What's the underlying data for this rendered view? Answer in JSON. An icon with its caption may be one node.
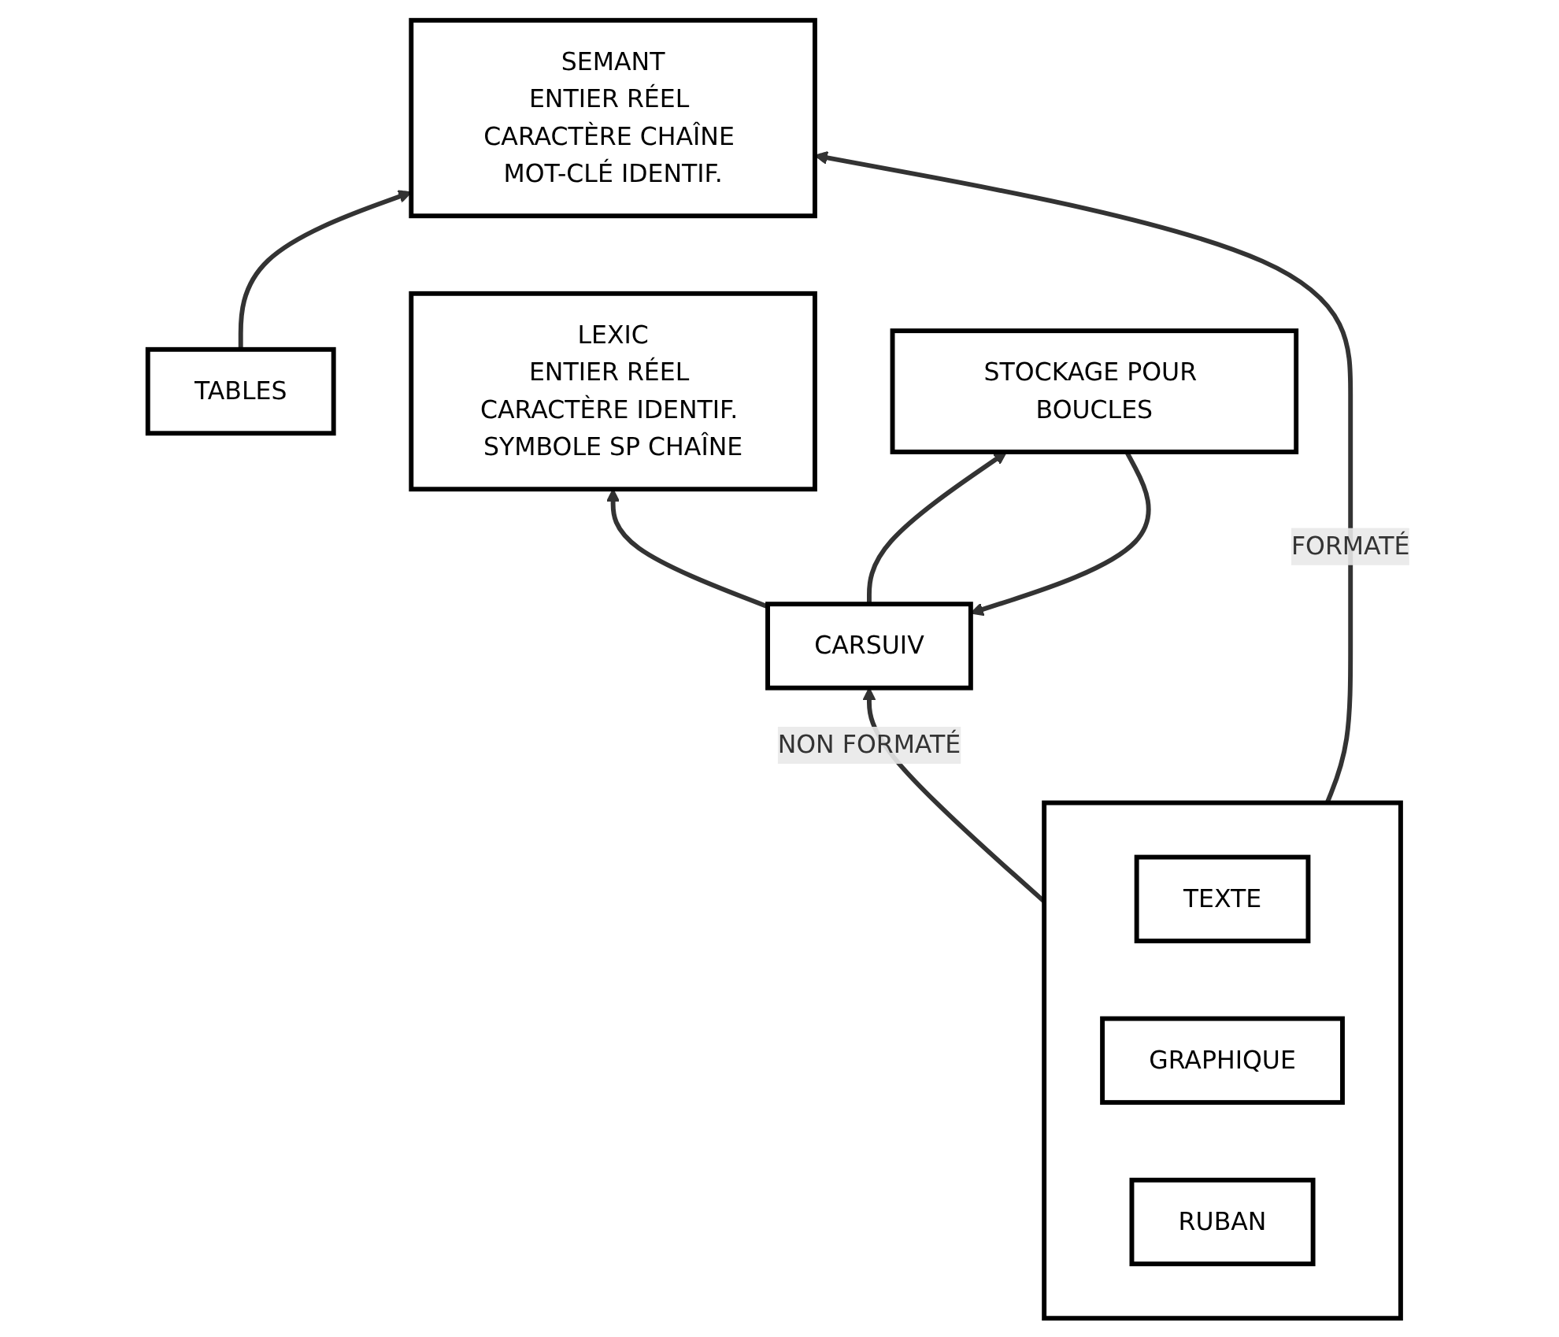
{
  "diagram": {
    "nodes": [
      {
        "text": [
          "SEMANT",
          "ENTIER RÉEL CARACTÈRE CHAÎNE MOT-CLÉ IDENTIF."
        ]
      },
      {
        "text": [
          "LEXIC",
          "ENTIER RÉEL CARACTÈRE IDENTIF. SYMBOLE SP CHAÎNE"
        ]
      },
      {
        "text": [
          "TABLES"
        ]
      },
      {
        "text": [
          "CARSUIV"
        ]
      },
      {
        "text": [
          "STOCKAGE POUR BOUCLES"
        ]
      },
      {
        "text": [],
        "shape": "box"
      },
      {
        "text": [
          "TEXTE"
        ],
        "in": 5
      },
      {
        "text": [
          "GRAPHIQUE"
        ],
        "in": 5
      },
      {
        "text": [
          "RUBAN"
        ],
        "in": 5
      }
    ],
    "edges": [
      {
        "from": 2,
        "to": 0,
        "arrow": "to"
      },
      {
        "from": 5,
        "to": 0,
        "arrow": "to",
        "label": "FORMATÉ"
      },
      {
        "from": 3,
        "to": 1,
        "arrow": "to"
      },
      {
        "from": 3,
        "to": 4,
        "arrow": "to"
      },
      {
        "from": 4,
        "to": 3,
        "arrow": "to"
      },
      {
        "from": 5,
        "to": 3,
        "arrow": "to",
        "label": "NON FORMATÉ"
      }
    ]
  }
}
